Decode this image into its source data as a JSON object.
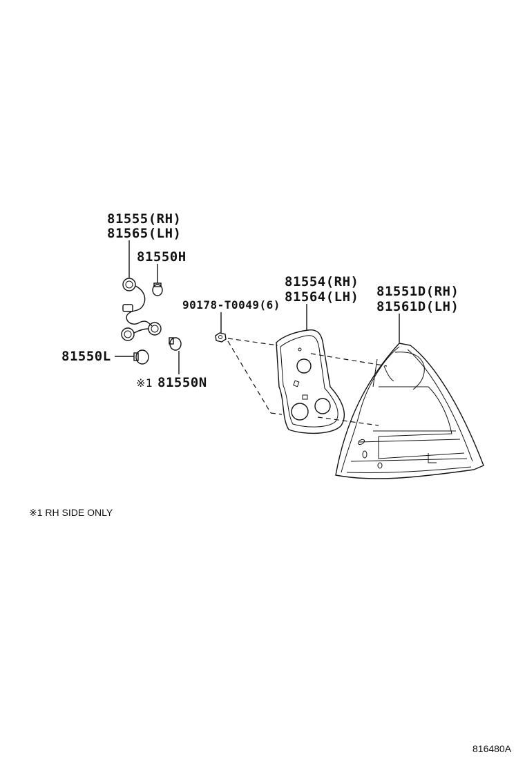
{
  "labels": {
    "socket_rh": "81555(RH)",
    "socket_lh": "81565(LH)",
    "bulb_h": "81550H",
    "gasket_rh": "81554(RH)",
    "gasket_lh": "81564(LH)",
    "lens_rh": "81551D(RH)",
    "lens_lh": "81561D(LH)",
    "nut": "90178-T0049(6)",
    "bulb_l": "81550L",
    "bulb_n_mark": "※1",
    "bulb_n": "81550N"
  },
  "footnote": "※1 RH SIDE ONLY",
  "diagram_id": "816480A"
}
